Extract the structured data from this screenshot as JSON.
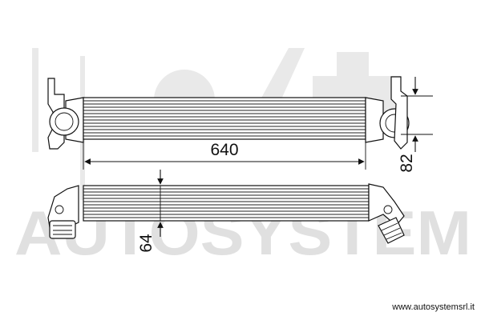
{
  "watermark": {
    "text": "AUTOSYSTEM"
  },
  "dimensions": {
    "length": "640",
    "height": "82",
    "depth": "64"
  },
  "footer": {
    "url": "www.autosystemsrl.it"
  }
}
